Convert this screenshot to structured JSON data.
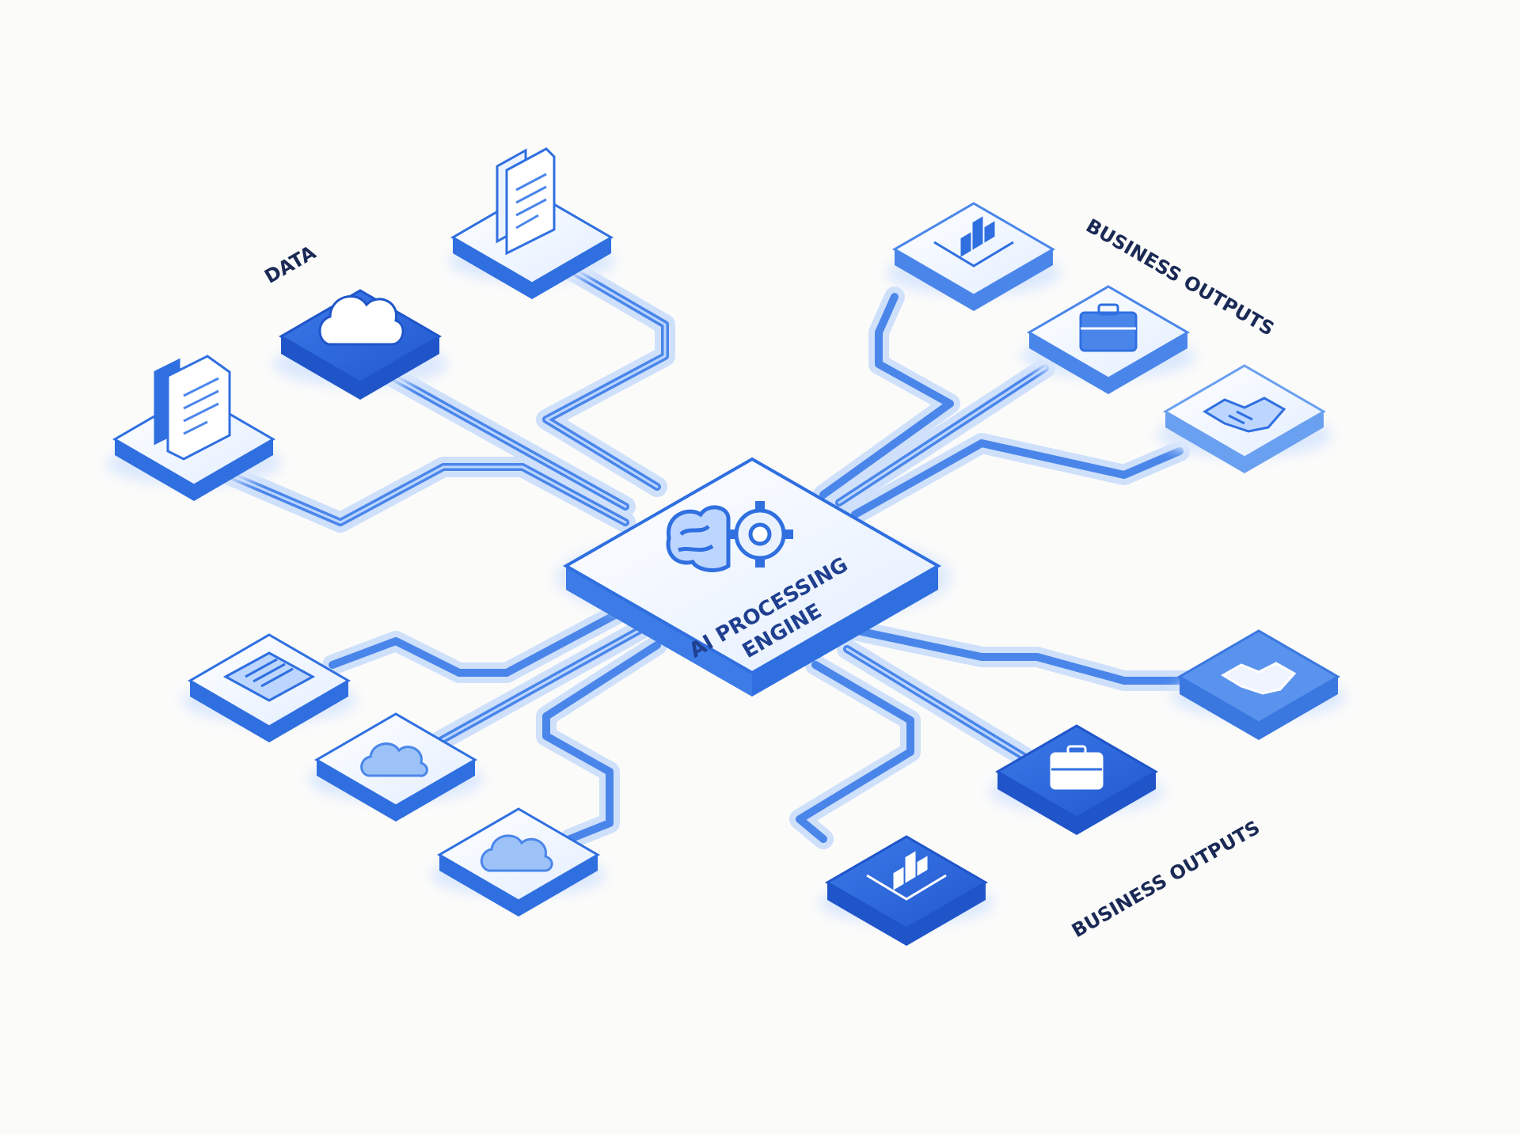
{
  "labels": {
    "data": "DATA",
    "business_top": "BUSINESS OUTPUTS",
    "business_bottom": "BUSINESS OUTPUTS"
  },
  "center": {
    "line1": "AI PROCESSING",
    "line2": "ENGINE",
    "icon": "brain-gear-icon"
  },
  "nodes": {
    "top_document": "document-stack-icon",
    "cloud_dark": "cloud-icon",
    "left_files": "files-icon",
    "chart_top": "bar-chart-icon",
    "briefcase_top": "briefcase-icon",
    "handshake_top": "handshake-icon",
    "document_bottom_left": "document-icon",
    "cloud_bottom_1": "cloud-icon",
    "cloud_bottom_2": "cloud-icon",
    "handshake_bottom": "handshake-icon",
    "briefcase_bottom": "briefcase-icon",
    "chart_bottom": "bar-chart-icon"
  },
  "colors": {
    "primary": "#2f6fe0",
    "dark_tile": "#2a63d8",
    "light_tile": "#eaf2ff",
    "connector": "#4a86ea",
    "text": "#1b2a55"
  }
}
